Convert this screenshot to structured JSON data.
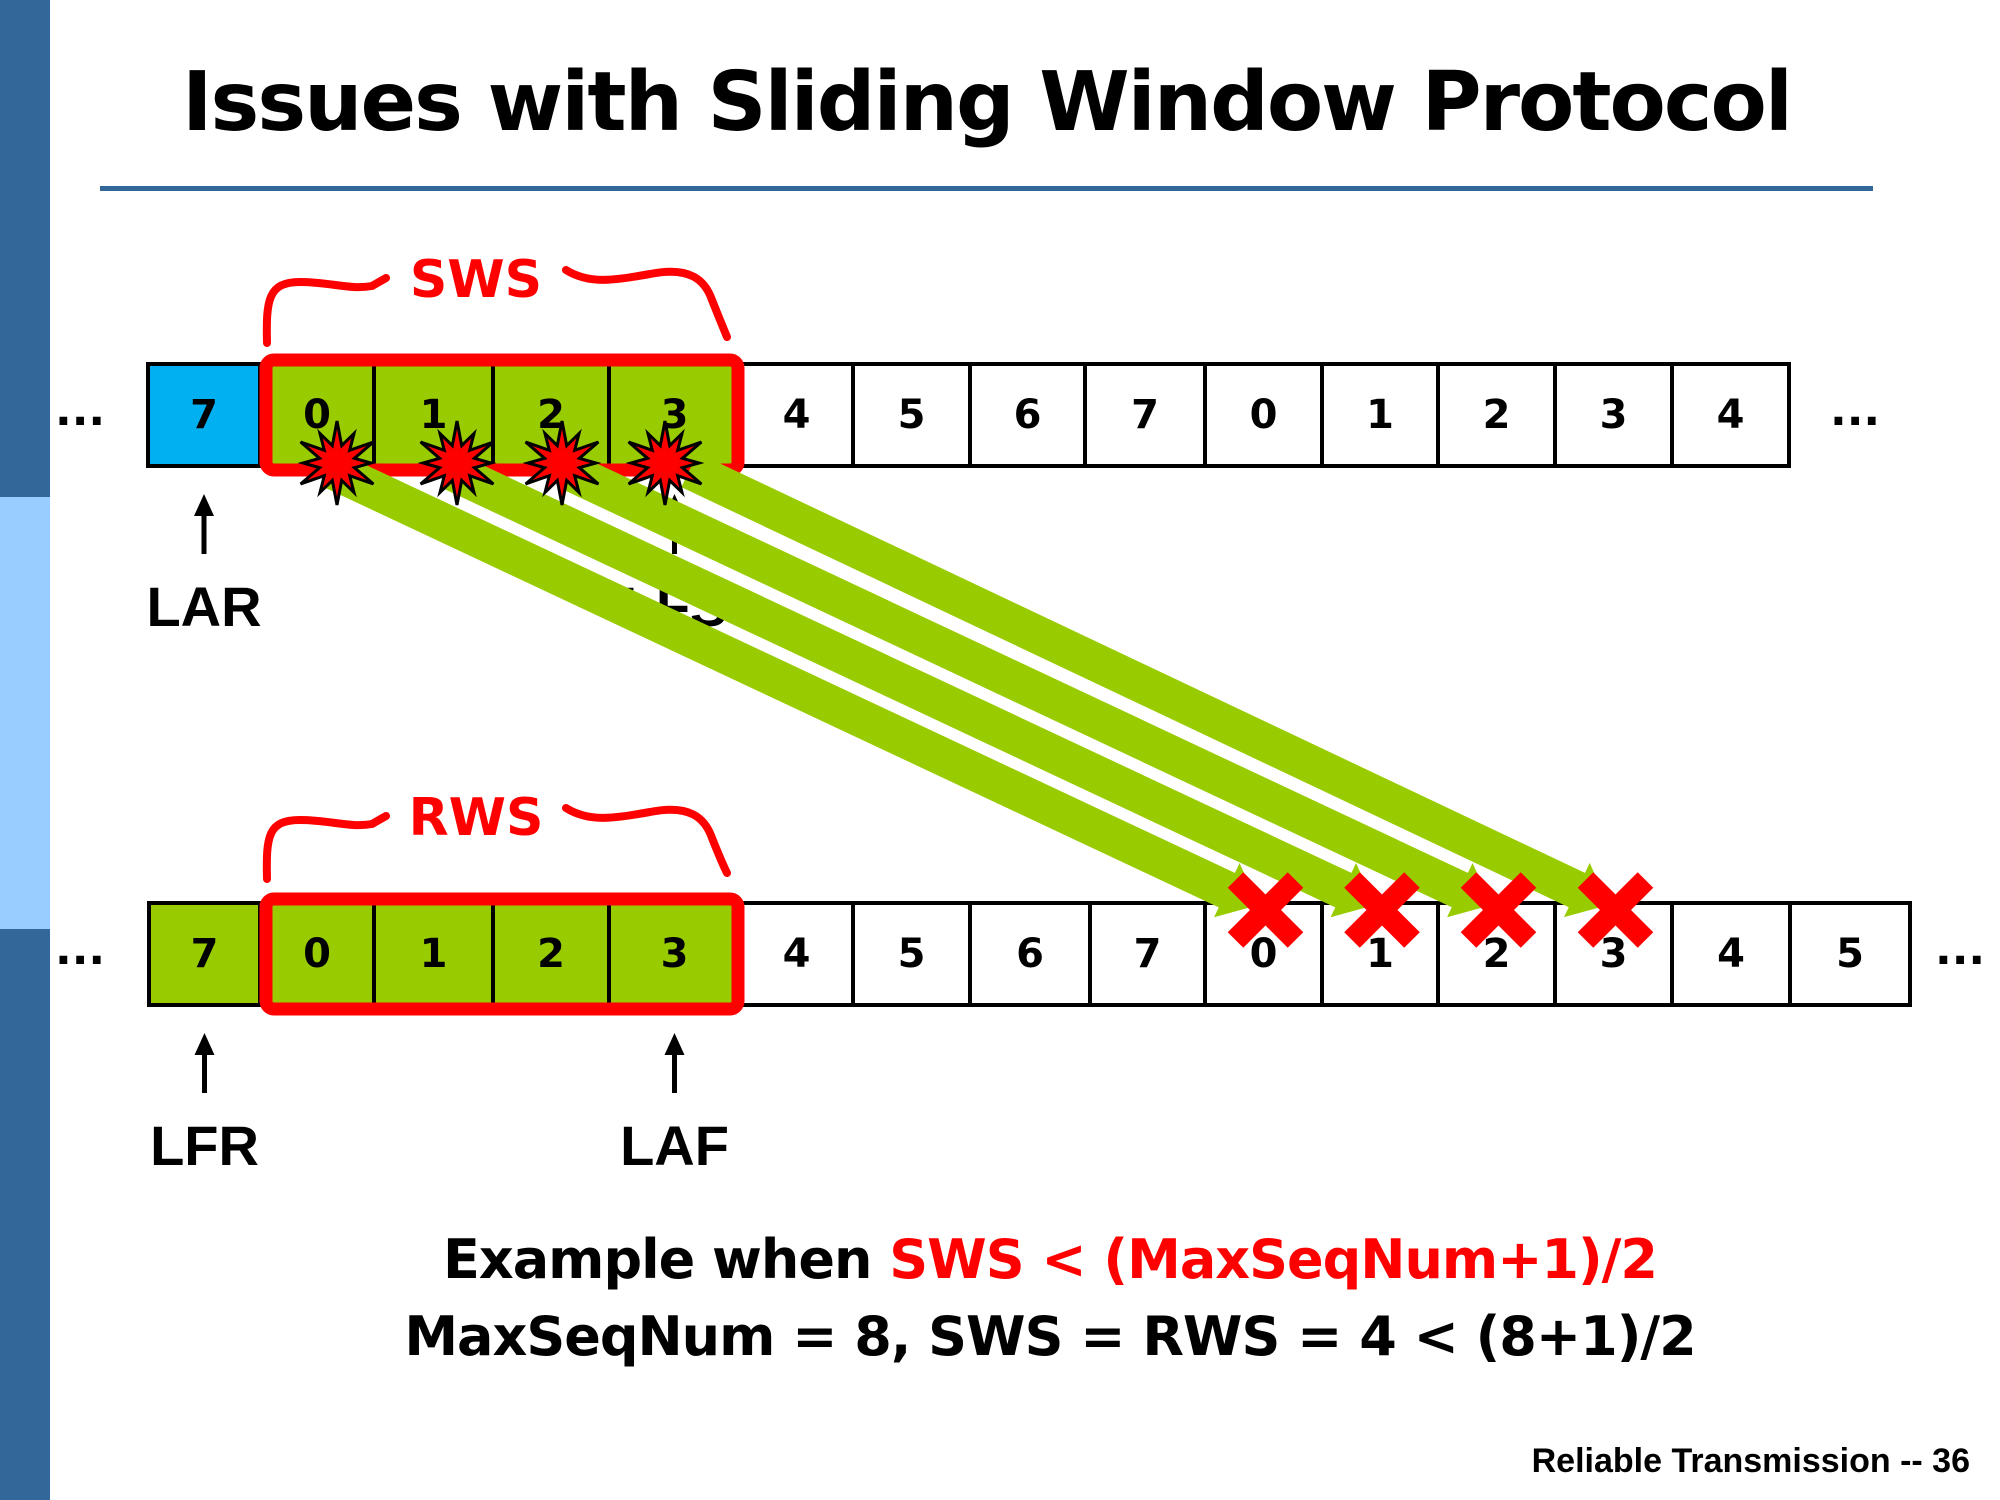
{
  "slide": {
    "title": "Issues with Sliding Window Protocol",
    "footer": "Reliable Transmission -- 36",
    "colors": {
      "sidebar_dark": "#336699",
      "sidebar_light": "#99CCFF",
      "acked_blue": "#00B0F0",
      "frame_green": "#99CC00",
      "window_red": "#FF0000"
    }
  },
  "sender": {
    "brace_label": "SWS",
    "ellipsis": "...",
    "cells": [
      {
        "num": "7",
        "state": "acked"
      },
      {
        "num": "0",
        "state": "window",
        "burst": true
      },
      {
        "num": "1",
        "state": "window",
        "burst": true
      },
      {
        "num": "2",
        "state": "window",
        "burst": true
      },
      {
        "num": "3",
        "state": "window",
        "burst": true
      },
      {
        "num": "4",
        "state": "empty"
      },
      {
        "num": "5",
        "state": "empty"
      },
      {
        "num": "6",
        "state": "empty"
      },
      {
        "num": "7",
        "state": "empty"
      },
      {
        "num": "0",
        "state": "empty"
      },
      {
        "num": "1",
        "state": "empty"
      },
      {
        "num": "2",
        "state": "empty"
      },
      {
        "num": "3",
        "state": "empty"
      },
      {
        "num": "4",
        "state": "empty"
      }
    ],
    "pointers": [
      {
        "label": "LAR",
        "cell_index": 0
      },
      {
        "label": "LFS",
        "cell_index": 4,
        "obscured": true
      }
    ]
  },
  "receiver": {
    "brace_label": "RWS",
    "ellipsis": "...",
    "cells": [
      {
        "num": "7",
        "state": "received"
      },
      {
        "num": "0",
        "state": "window"
      },
      {
        "num": "1",
        "state": "window"
      },
      {
        "num": "2",
        "state": "window"
      },
      {
        "num": "3",
        "state": "window"
      },
      {
        "num": "4",
        "state": "empty"
      },
      {
        "num": "5",
        "state": "empty"
      },
      {
        "num": "6",
        "state": "empty"
      },
      {
        "num": "7",
        "state": "empty"
      },
      {
        "num": "0",
        "state": "empty",
        "rejected": true
      },
      {
        "num": "1",
        "state": "empty",
        "rejected": true
      },
      {
        "num": "2",
        "state": "empty",
        "rejected": true
      },
      {
        "num": "3",
        "state": "empty",
        "rejected": true
      },
      {
        "num": "4",
        "state": "empty"
      },
      {
        "num": "5",
        "state": "empty"
      }
    ],
    "pointers": [
      {
        "label": "LFR",
        "cell_index": 0
      },
      {
        "label": "LAF",
        "cell_index": 4
      }
    ]
  },
  "transmissions": [
    {
      "from_sender_cell": 1,
      "to_receiver_cell": 9,
      "lost": true
    },
    {
      "from_sender_cell": 2,
      "to_receiver_cell": 10,
      "lost": true
    },
    {
      "from_sender_cell": 3,
      "to_receiver_cell": 11,
      "lost": true
    },
    {
      "from_sender_cell": 4,
      "to_receiver_cell": 12,
      "lost": true
    }
  ],
  "caption": {
    "line1_black": "Example when ",
    "line1_red": "SWS < (MaxSeqNum+1)/2",
    "line2": "MaxSeqNum = 8, SWS = RWS  = 4 < (8+1)/2"
  }
}
